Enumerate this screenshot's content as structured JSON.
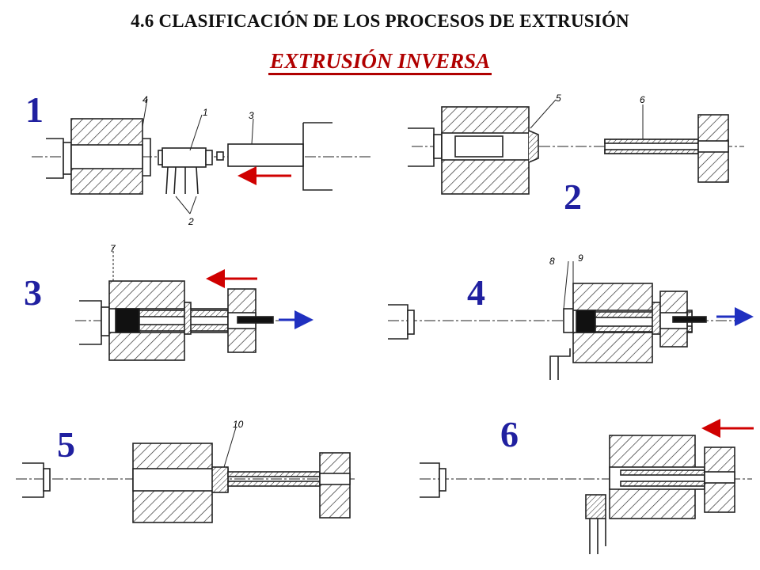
{
  "header": {
    "title": "4.6  CLASIFICACIÓN  DE LOS PROCESOS DE EXTRUSIÓN",
    "subtitle": "EXTRUSIÓN INVERSA"
  },
  "colors": {
    "step_number": "#2020a0",
    "subtitle": "#b00000",
    "arrow_red": "#d00000",
    "arrow_blue": "#2030c0",
    "ink": "#222222"
  },
  "steps": [
    {
      "number": "1",
      "parts": [
        "4",
        "1",
        "3",
        "2"
      ]
    },
    {
      "number": "2",
      "parts": [
        "5",
        "6"
      ]
    },
    {
      "number": "3",
      "parts": [
        "7"
      ]
    },
    {
      "number": "4",
      "parts": [
        "8",
        "9"
      ]
    },
    {
      "number": "5",
      "parts": [
        "10"
      ]
    },
    {
      "number": "6",
      "parts": []
    }
  ]
}
